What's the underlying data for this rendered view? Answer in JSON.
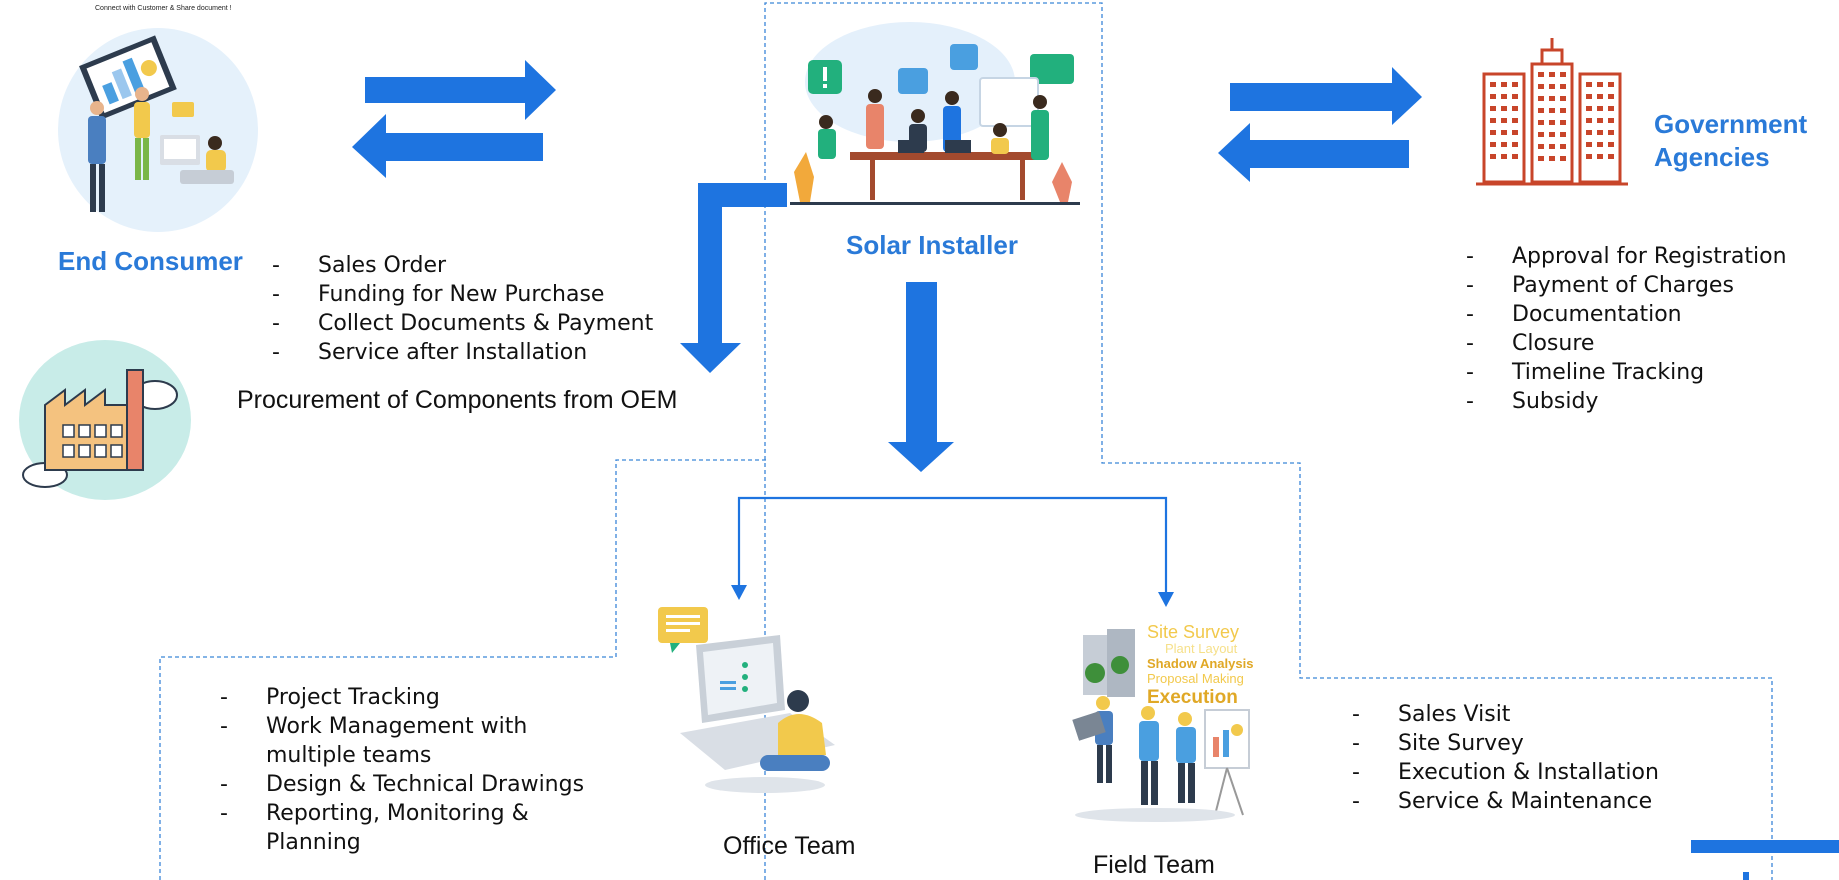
{
  "caption_small": "Connect with Customer & Share document !",
  "end_consumer": {
    "title": "End Consumer",
    "icon": "customer-illustration-icon"
  },
  "consumer_list": [
    "Sales Order",
    "Funding for New Purchase",
    "Collect Documents & Payment",
    "Service after Installation"
  ],
  "procurement": {
    "label": "Procurement of Components from OEM",
    "icon": "factory-icon"
  },
  "solar_installer": {
    "title": "Solar Installer",
    "icon": "team-meeting-icon"
  },
  "government": {
    "title_line1": "Government",
    "title_line2": "Agencies",
    "icon": "building-icon",
    "items": [
      "Approval for Registration",
      "Payment of Charges",
      "Documentation",
      "Closure",
      "Timeline Tracking",
      "Subsidy"
    ]
  },
  "office_team": {
    "title": "Office Team",
    "icon": "laptop-user-icon",
    "items": [
      "Project Tracking",
      "Work Management with multiple teams",
      "Design & Technical Drawings",
      "Reporting, Monitoring & Planning"
    ]
  },
  "field_team": {
    "title": "Field Team",
    "icon": "field-survey-icon",
    "words": [
      "Site Survey",
      "Plant Layout",
      "Shadow Analysis",
      "Proposal Making",
      "Execution"
    ],
    "items": [
      "Sales Visit",
      "Site Survey",
      "Execution & Installation",
      "Service & Maintenance"
    ]
  },
  "colors": {
    "accent_blue": "#1e74e0",
    "title_blue": "#2a7ad8",
    "building_red": "#c8452a",
    "dashed_border": "#3b86d8"
  }
}
